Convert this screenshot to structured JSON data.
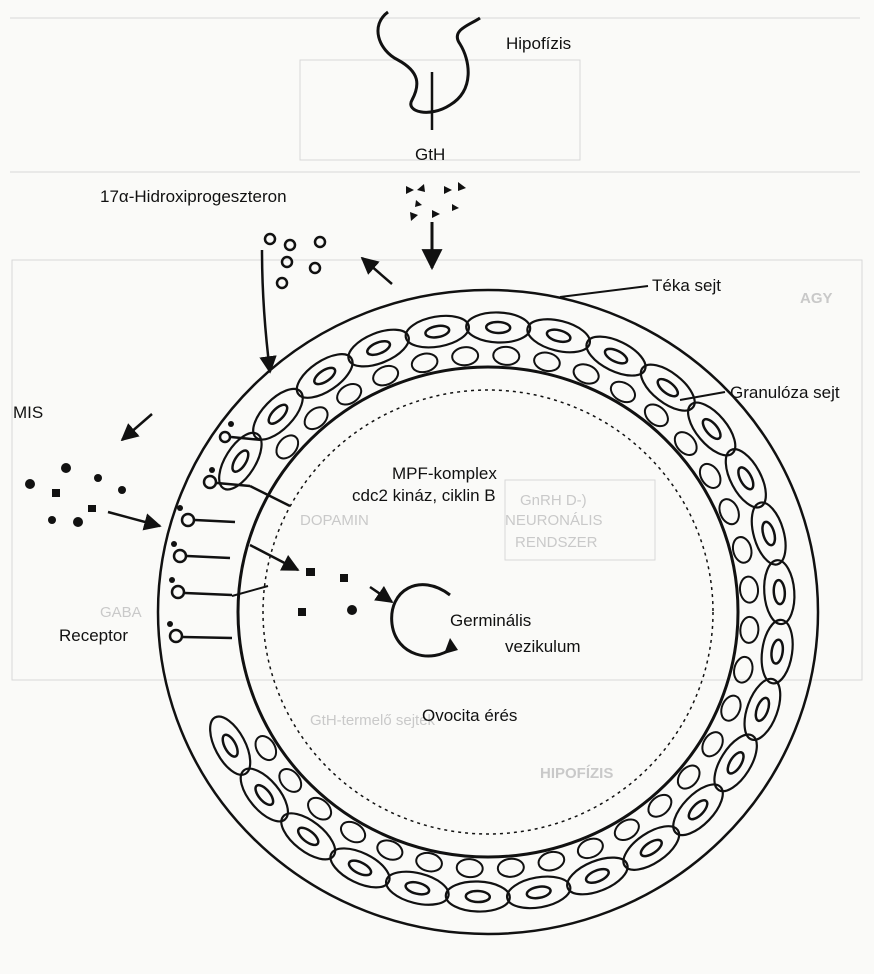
{
  "labels": {
    "hipofizis": "Hipofízis",
    "gth": "GtH",
    "hidroxi": "17α-Hidroxiprogeszteron",
    "teka": "Téka sejt",
    "granuloza": "Granulóza sejt",
    "mis": "MIS",
    "mpf_line1": "MPF-komplex",
    "mpf_line2": "cdc2 kináz, ciklin B",
    "germinalis_line1": "Germinális",
    "germinalis_line2": "vezikulum",
    "receptor": "Receptor",
    "ovocita": "Ovocita érés"
  },
  "background_text": {
    "agy": "AGY",
    "gnrh1": "GnRH D-)",
    "gnrh2": "NEURONÁLIS",
    "gnrh3": "RENDSZER",
    "dopamin": "DOPAMIN",
    "gaba": "GABA",
    "hipofizis_bg": "HIPOFÍZIS",
    "gth_sejtek": "GtH-termelő sejtek"
  },
  "colors": {
    "ink": "#111111",
    "ghost": "#c8c8c8",
    "paper": "#fafaf8"
  }
}
